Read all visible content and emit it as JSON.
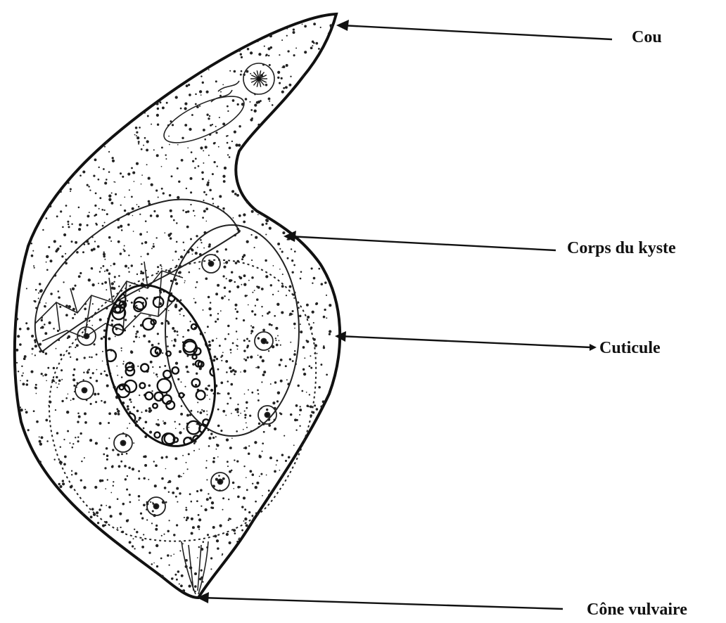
{
  "diagram": {
    "labels": {
      "cou": "Cou",
      "corps": "Corps du kyste",
      "cuticule": "Cuticule",
      "cone": "Cône vulvaire"
    }
  },
  "colors": {
    "ink": "#111111",
    "background": "#ffffff"
  }
}
